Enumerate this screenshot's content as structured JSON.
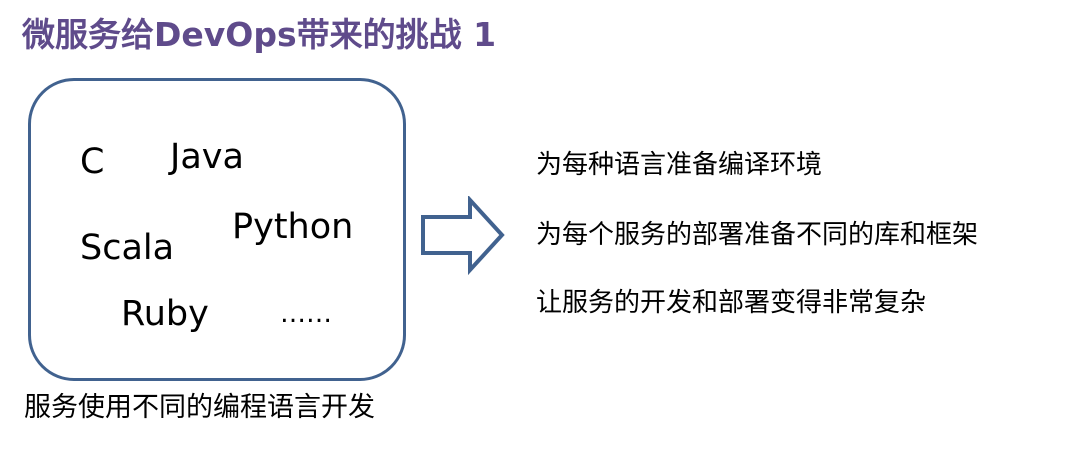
{
  "slide": {
    "title": "微服务给DevOps带来的挑战 1",
    "colors": {
      "title": "#5F4B8B",
      "box_border": "#41628F",
      "arrow_stroke": "#41628F",
      "text": "#000000"
    }
  },
  "languages_box": {
    "items": [
      {
        "label": "C"
      },
      {
        "label": "Java"
      },
      {
        "label": "Python"
      },
      {
        "label": "Scala"
      },
      {
        "label": "Ruby"
      },
      {
        "label": "……"
      }
    ],
    "caption": "服务使用不同的编程语言开发"
  },
  "arrow": {
    "icon": "right-arrow-outline-icon"
  },
  "consequences": {
    "items": [
      {
        "text": "为每种语言准备编译环境"
      },
      {
        "text": "为每个服务的部署准备不同的库和框架"
      },
      {
        "text": "让服务的开发和部署变得非常复杂"
      }
    ]
  }
}
